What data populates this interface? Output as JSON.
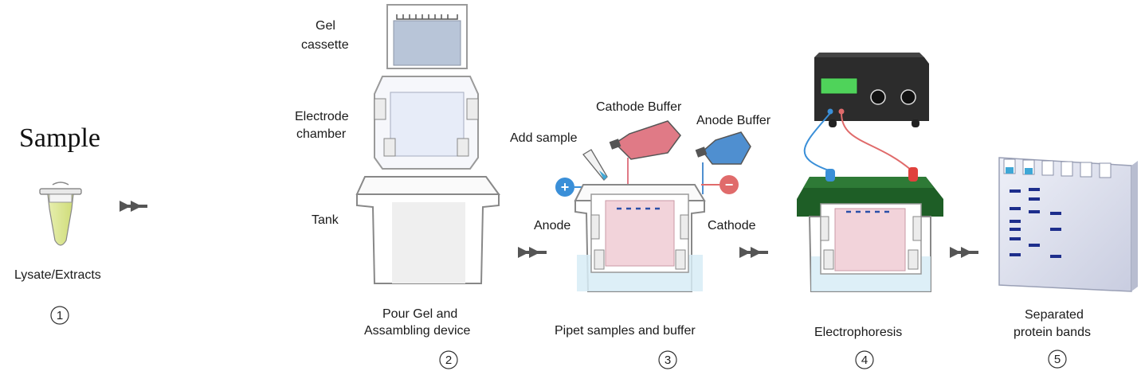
{
  "title": "Sample",
  "steps": [
    {
      "number": "1",
      "caption": "Lysate/Extracts"
    },
    {
      "number": "2",
      "caption_line1": "Pour Gel and",
      "caption_line2": "Assambling device"
    },
    {
      "number": "3",
      "caption": "Pipet samples and buffer"
    },
    {
      "number": "4",
      "caption": "Electrophoresis"
    },
    {
      "number": "5",
      "caption_line1": "Separated",
      "caption_line2": "protein bands"
    }
  ],
  "parts": {
    "gel_cassette_1": "Gel",
    "gel_cassette_2": "cassette",
    "electrode_chamber_1": "Electrode",
    "electrode_chamber_2": "chamber",
    "tank": "Tank"
  },
  "labels": {
    "cathode_buffer": "Cathode Buffer",
    "anode_buffer": "Anode Buffer",
    "add_sample": "Add sample",
    "anode": "Anode",
    "cathode": "Cathode",
    "plus": "+",
    "minus": "−"
  },
  "colors": {
    "blue_terminal": "#3a8fd8",
    "red_terminal": "#e06b6b",
    "cathode_buffer": "#e07a86",
    "anode_buffer": "#4f8fd0",
    "lid_green": "#1e5e26",
    "band_navy": "#1d2e8c",
    "sample_tube": "#dfe89a"
  }
}
